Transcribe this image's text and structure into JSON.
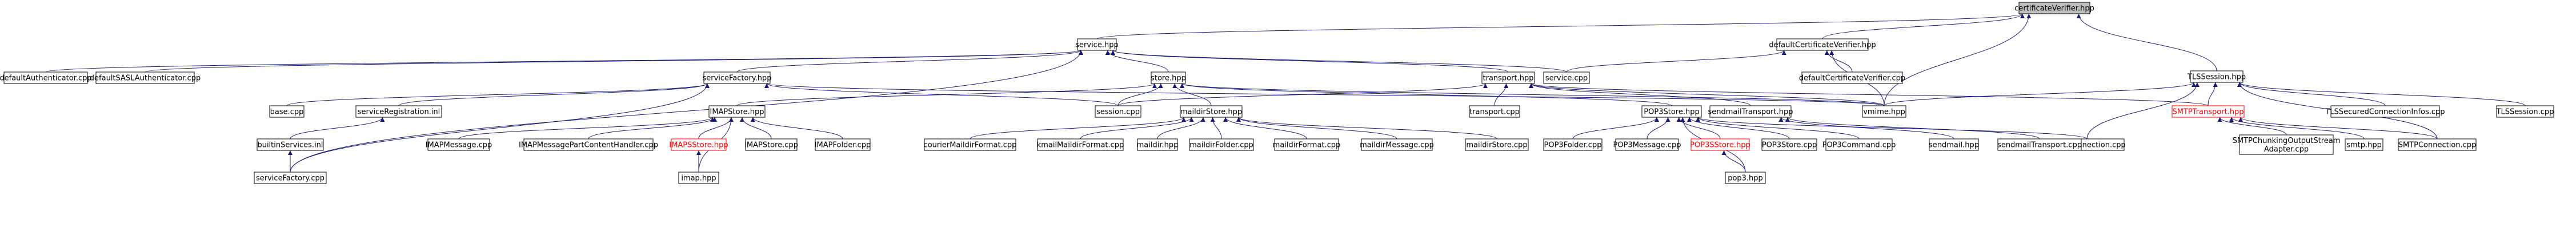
{
  "graph": {
    "edge_color": "#191970",
    "root_fill": "#bfbfbf",
    "missing_doc_color": "#ff0000",
    "nodes": [
      {
        "id": "certificateVerifier",
        "label": "certificateVerifier.hpp",
        "root": true
      },
      {
        "id": "service",
        "label": "service.hpp"
      },
      {
        "id": "defaultCertificateVerifier_hpp",
        "label": "defaultCertificateVerifier.hpp"
      },
      {
        "id": "TLSSession_hpp",
        "label": "TLSSession.hpp"
      },
      {
        "id": "defaultAuthenticator",
        "label": "defaultAuthenticator.cpp"
      },
      {
        "id": "defaultSASLAuthenticator",
        "label": "defaultSASLAuthenticator.cpp"
      },
      {
        "id": "serviceFactory_hpp",
        "label": "serviceFactory.hpp"
      },
      {
        "id": "store_hpp",
        "label": "store.hpp"
      },
      {
        "id": "service_cpp",
        "label": "service.cpp"
      },
      {
        "id": "transport_hpp",
        "label": "transport.hpp"
      },
      {
        "id": "defaultCertificateVerifier_cpp",
        "label": "defaultCertificateVerifier.cpp"
      },
      {
        "id": "vmime_hpp",
        "label": "vmime.hpp"
      },
      {
        "id": "base_cpp",
        "label": "base.cpp"
      },
      {
        "id": "serviceRegistration_inl",
        "label": "serviceRegistration.inl"
      },
      {
        "id": "IMAPStore_hpp",
        "label": "IMAPStore.hpp"
      },
      {
        "id": "session_cpp",
        "label": "session.cpp"
      },
      {
        "id": "maildirStore_hpp",
        "label": "maildirStore.hpp"
      },
      {
        "id": "POP3Store_hpp",
        "label": "POP3Store.hpp"
      },
      {
        "id": "transport_cpp",
        "label": "transport.cpp"
      },
      {
        "id": "sendmailTransport_hpp",
        "label": "sendmailTransport.hpp"
      },
      {
        "id": "SMTPTransport_hpp",
        "label": "SMTPTransport.hpp",
        "red": true
      },
      {
        "id": "TLSSecuredConnectionInfos",
        "label": "TLSSecuredConnectionInfos.cpp"
      },
      {
        "id": "TLSSession_cpp",
        "label": "TLSSession.cpp"
      },
      {
        "id": "builtinServices_inl",
        "label": "builtinServices.inl"
      },
      {
        "id": "IMAPMessage_cpp",
        "label": "IMAPMessage.cpp"
      },
      {
        "id": "IMAPMessagePartContentHandler",
        "label": "IMAPMessagePartContentHandler.cpp"
      },
      {
        "id": "IMAPSStore_hpp",
        "label": "IMAPSStore.hpp",
        "red": true
      },
      {
        "id": "IMAPStore_cpp",
        "label": "IMAPStore.cpp"
      },
      {
        "id": "IMAPFolder_cpp",
        "label": "IMAPFolder.cpp"
      },
      {
        "id": "courierMaildirFormat",
        "label": "courierMaildirFormat.cpp"
      },
      {
        "id": "kmailMaildirFormat",
        "label": "kmailMaildirFormat.cpp"
      },
      {
        "id": "maildir_hpp",
        "label": "maildir.hpp"
      },
      {
        "id": "maildirFolder_cpp",
        "label": "maildirFolder.cpp"
      },
      {
        "id": "maildirFormat_cpp",
        "label": "maildirFormat.cpp"
      },
      {
        "id": "maildirMessage_cpp",
        "label": "maildirMessage.cpp"
      },
      {
        "id": "maildirStore_cpp",
        "label": "maildirStore.cpp"
      },
      {
        "id": "POP3Folder_cpp",
        "label": "POP3Folder.cpp"
      },
      {
        "id": "POP3Message_cpp",
        "label": "POP3Message.cpp"
      },
      {
        "id": "POP3SStore_hpp",
        "label": "POP3SStore.hpp",
        "red": true
      },
      {
        "id": "POP3Store_cpp",
        "label": "POP3Store.cpp"
      },
      {
        "id": "POP3Command_cpp",
        "label": "POP3Command.cpp"
      },
      {
        "id": "POP3Connection_cpp",
        "label": "POP3Connection.cpp"
      },
      {
        "id": "sendmail_hpp",
        "label": "sendmail.hpp"
      },
      {
        "id": "sendmailTransport_cpp",
        "label": "sendmailTransport.cpp"
      },
      {
        "id": "SMTPChunking",
        "label": "SMTPChunkingOutputStream\nAdapter.cpp"
      },
      {
        "id": "smtp_hpp",
        "label": "smtp.hpp"
      },
      {
        "id": "SMTPConnection_cpp",
        "label": "SMTPConnection.cpp"
      },
      {
        "id": "serviceFactory_cpp",
        "label": "serviceFactory.cpp"
      },
      {
        "id": "imap_hpp",
        "label": "imap.hpp"
      },
      {
        "id": "pop3_hpp",
        "label": "pop3.hpp"
      }
    ],
    "edges": [
      [
        "certificateVerifier",
        "service"
      ],
      [
        "certificateVerifier",
        "defaultCertificateVerifier_hpp"
      ],
      [
        "certificateVerifier",
        "TLSSession_hpp"
      ],
      [
        "certificateVerifier",
        "vmime_hpp"
      ],
      [
        "service",
        "defaultAuthenticator"
      ],
      [
        "service",
        "defaultSASLAuthenticator"
      ],
      [
        "service",
        "serviceFactory_hpp"
      ],
      [
        "service",
        "store_hpp"
      ],
      [
        "service",
        "service_cpp"
      ],
      [
        "service",
        "transport_hpp"
      ],
      [
        "service",
        "serviceFactory_cpp"
      ],
      [
        "defaultCertificateVerifier_hpp",
        "service_cpp"
      ],
      [
        "defaultCertificateVerifier_hpp",
        "defaultCertificateVerifier_cpp"
      ],
      [
        "defaultCertificateVerifier_hpp",
        "vmime_hpp"
      ],
      [
        "TLSSession_hpp",
        "vmime_hpp"
      ],
      [
        "TLSSession_hpp",
        "SMTPTransport_hpp"
      ],
      [
        "TLSSession_hpp",
        "TLSSecuredConnectionInfos"
      ],
      [
        "TLSSession_hpp",
        "TLSSession_cpp"
      ],
      [
        "TLSSession_hpp",
        "POP3Connection_cpp"
      ],
      [
        "TLSSession_hpp",
        "SMTPConnection_cpp"
      ],
      [
        "serviceFactory_hpp",
        "base_cpp"
      ],
      [
        "serviceFactory_hpp",
        "serviceRegistration_inl"
      ],
      [
        "serviceFactory_hpp",
        "session_cpp"
      ],
      [
        "serviceFactory_hpp",
        "vmime_hpp"
      ],
      [
        "serviceFactory_hpp",
        "serviceFactory_cpp"
      ],
      [
        "store_hpp",
        "IMAPStore_hpp"
      ],
      [
        "store_hpp",
        "session_cpp"
      ],
      [
        "store_hpp",
        "maildirStore_hpp"
      ],
      [
        "store_hpp",
        "POP3Store_hpp"
      ],
      [
        "store_hpp",
        "vmime_hpp"
      ],
      [
        "transport_hpp",
        "session_cpp"
      ],
      [
        "transport_hpp",
        "transport_cpp"
      ],
      [
        "transport_hpp",
        "sendmailTransport_hpp"
      ],
      [
        "transport_hpp",
        "SMTPTransport_hpp"
      ],
      [
        "transport_hpp",
        "vmime_hpp"
      ],
      [
        "serviceRegistration_inl",
        "builtinServices_inl"
      ],
      [
        "builtinServices_inl",
        "serviceFactory_cpp"
      ],
      [
        "IMAPStore_hpp",
        "IMAPMessage_cpp"
      ],
      [
        "IMAPStore_hpp",
        "IMAPMessagePartContentHandler"
      ],
      [
        "IMAPStore_hpp",
        "IMAPSStore_hpp"
      ],
      [
        "IMAPStore_hpp",
        "IMAPStore_cpp"
      ],
      [
        "IMAPStore_hpp",
        "IMAPFolder_cpp"
      ],
      [
        "IMAPStore_hpp",
        "imap_hpp"
      ],
      [
        "IMAPSStore_hpp",
        "imap_hpp"
      ],
      [
        "maildirStore_hpp",
        "courierMaildirFormat"
      ],
      [
        "maildirStore_hpp",
        "kmailMaildirFormat"
      ],
      [
        "maildirStore_hpp",
        "maildir_hpp"
      ],
      [
        "maildirStore_hpp",
        "maildirFolder_cpp"
      ],
      [
        "maildirStore_hpp",
        "maildirFormat_cpp"
      ],
      [
        "maildirStore_hpp",
        "maildirMessage_cpp"
      ],
      [
        "maildirStore_hpp",
        "maildirStore_cpp"
      ],
      [
        "POP3Store_hpp",
        "POP3Folder_cpp"
      ],
      [
        "POP3Store_hpp",
        "POP3Message_cpp"
      ],
      [
        "POP3Store_hpp",
        "POP3SStore_hpp"
      ],
      [
        "POP3Store_hpp",
        "POP3Store_cpp"
      ],
      [
        "POP3Store_hpp",
        "POP3Command_cpp"
      ],
      [
        "POP3Store_hpp",
        "POP3Connection_cpp"
      ],
      [
        "POP3Store_hpp",
        "pop3_hpp"
      ],
      [
        "POP3SStore_hpp",
        "pop3_hpp"
      ],
      [
        "sendmailTransport_hpp",
        "sendmail_hpp"
      ],
      [
        "sendmailTransport_hpp",
        "sendmailTransport_cpp"
      ],
      [
        "SMTPTransport_hpp",
        "SMTPChunking"
      ],
      [
        "SMTPTransport_hpp",
        "smtp_hpp"
      ],
      [
        "SMTPTransport_hpp",
        "SMTPConnection_cpp"
      ]
    ]
  }
}
